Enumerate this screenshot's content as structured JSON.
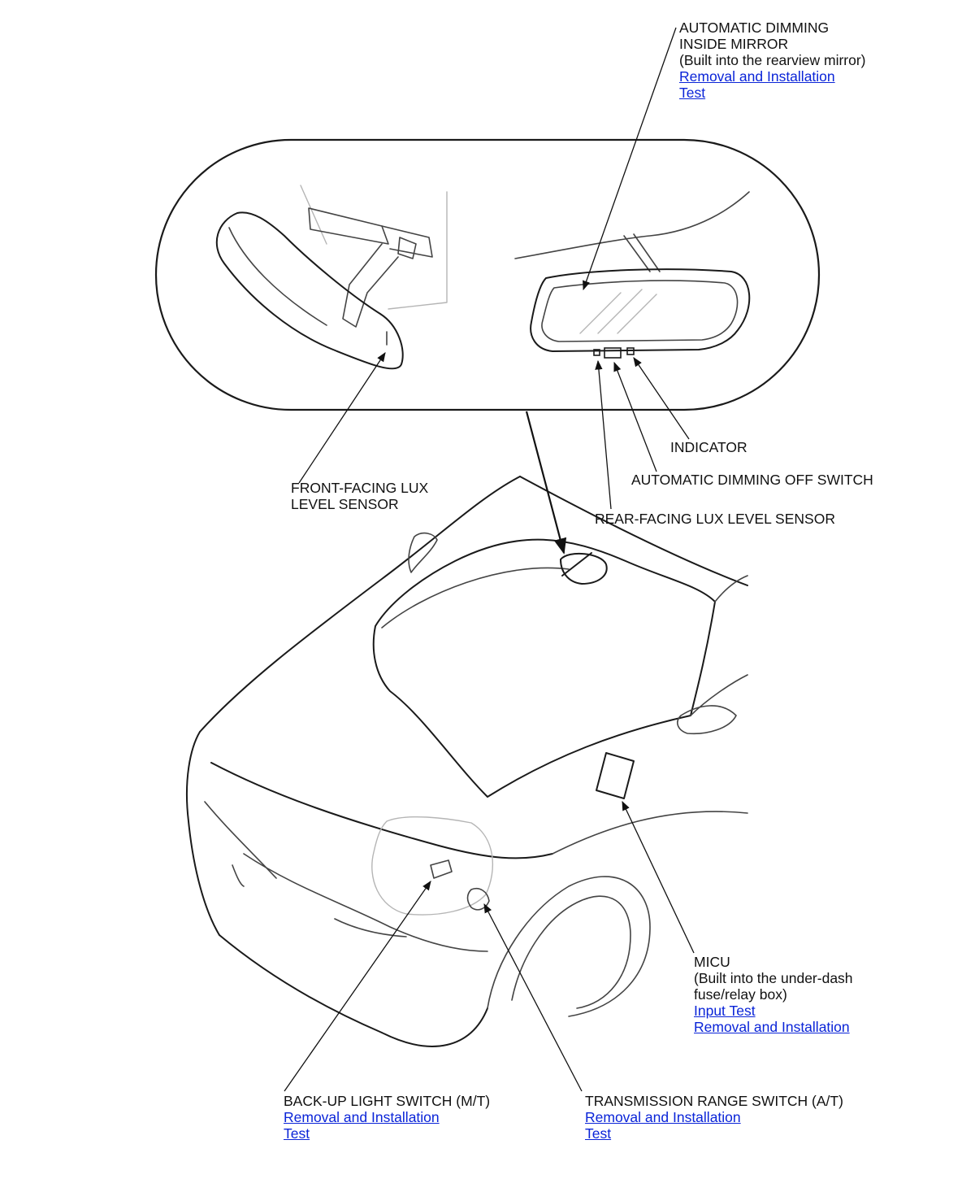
{
  "labels": {
    "mirror": {
      "title_1": "AUTOMATIC DIMMING",
      "title_2": "INSIDE MIRROR",
      "note": "(Built into the rearview mirror)",
      "link_removal": "Removal and Installation",
      "link_test": "Test"
    },
    "front_sensor": {
      "line_1": "FRONT-FACING LUX",
      "line_2": "LEVEL SENSOR"
    },
    "indicator": "INDICATOR",
    "dimming_off_switch": "AUTOMATIC DIMMING OFF SWITCH",
    "rear_sensor": "REAR-FACING LUX LEVEL SENSOR",
    "micu": {
      "title": "MICU",
      "note_1": "(Built into the under-dash",
      "note_2": "fuse/relay box)",
      "link_input_test": "Input Test",
      "link_removal": "Removal and Installation"
    },
    "backup_switch": {
      "title": "BACK-UP LIGHT SWITCH (M/T)",
      "link_removal": "Removal and Installation",
      "link_test": "Test"
    },
    "trans_switch": {
      "title": "TRANSMISSION RANGE SWITCH (A/T)",
      "link_removal": "Removal and Installation",
      "link_test": "Test"
    }
  },
  "colors": {
    "link": "#0a24d8",
    "line": "#1a1a1a",
    "faint": "#b5b5b5"
  }
}
